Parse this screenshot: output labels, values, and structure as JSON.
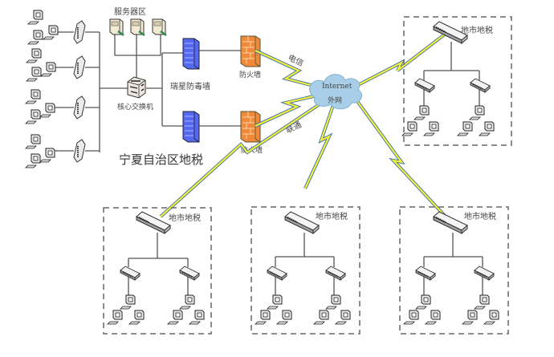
{
  "title": "宁夏自治区地税",
  "labels": {
    "server_zone": "服务器区",
    "core_switch": "核心交换机",
    "antivirus_wall": "瑞星防毒墙",
    "firewall_top": "防火墙",
    "firewall_bottom": "防火墙",
    "isp_telecom": "电信",
    "isp_unicom": "联通",
    "internet_en": "Internet",
    "internet_cn": "外网"
  },
  "branches": [
    {
      "id": "top-right",
      "label": "地市地税"
    },
    {
      "id": "bottom-left",
      "label": "地市地税"
    },
    {
      "id": "bottom-middle",
      "label": "地市地税"
    },
    {
      "id": "bottom-right",
      "label": "地市地税"
    }
  ],
  "colors": {
    "firewall": "#f08a3c",
    "antivirus": "#4a5ee8",
    "lightning": "#f5f03a",
    "link": "#3a6ea5",
    "cloud": "#a9cfe8",
    "dashed_box": "#666666"
  }
}
